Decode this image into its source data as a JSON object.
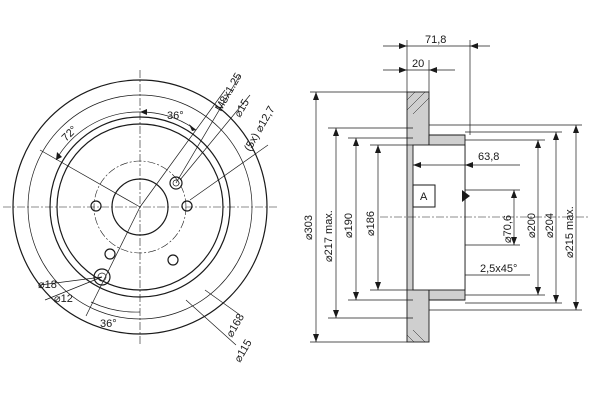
{
  "front_view": {
    "bolt_thread": "M8x1.25",
    "hole_diam_15": "⌀15",
    "stud_hole": "(5x) ⌀12,7",
    "angle_36_top": "36°",
    "angle_72": "72°",
    "hole_diam_18": "⌀18",
    "hole_diam_12": "⌀12",
    "angle_36_bottom": "36°",
    "pcd_168": "⌀168",
    "pcd_115": "⌀115"
  },
  "side_view": {
    "width_71_8": "71,8",
    "width_20": "20",
    "depth_63_8": "63,8",
    "chamfer": "2,5x45°",
    "datum_label": "A",
    "d_303": "⌀303",
    "d_217": "⌀217 max.",
    "d_190": "⌀190",
    "d_186": "⌀186",
    "d_70_6": "⌀70,6",
    "d_200": "⌀200",
    "d_204": "⌀204",
    "d_215": "⌀215 max."
  }
}
